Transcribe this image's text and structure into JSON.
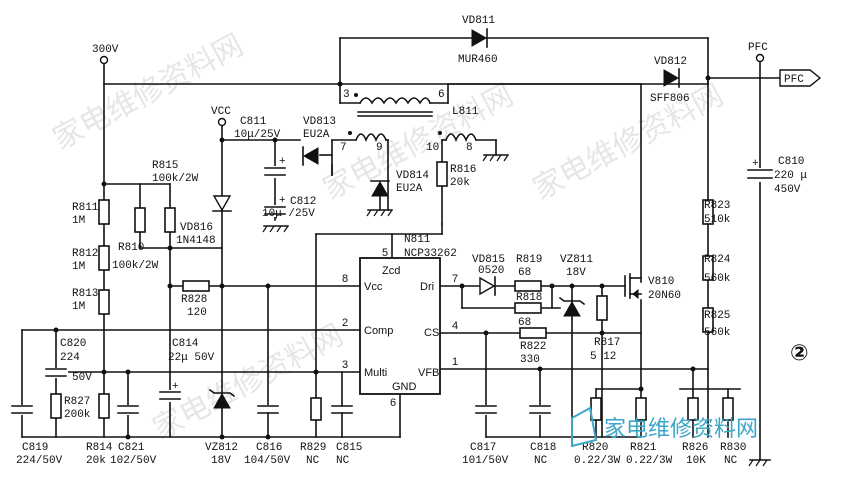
{
  "nodes": {
    "v300": "300V",
    "vcc": "VCC",
    "pfc": "PFC",
    "pfc_arrow": "PFC"
  },
  "parts": {
    "vd811": {
      "ref": "VD811",
      "val": "MUR460"
    },
    "vd812": {
      "ref": "VD812",
      "val": "SFF806"
    },
    "vd813": {
      "ref": "VD813",
      "val": "EU2A"
    },
    "vd814": {
      "ref": "VD814",
      "val": "EU2A"
    },
    "vd815": {
      "ref": "VD815",
      "val": "0520"
    },
    "vd816": {
      "ref": "VD816",
      "val": "1N4148"
    },
    "vz811": {
      "ref": "VZ811",
      "val": "18V"
    },
    "vz812": {
      "ref": "VZ812",
      "val": "18V"
    },
    "l811": {
      "ref": "L811"
    },
    "n811": {
      "ref": "N811",
      "val": "NCP33262"
    },
    "v810": {
      "ref": "V810",
      "val": "20N60"
    },
    "c810": {
      "ref": "C810",
      "val1": "220 μ",
      "val2": "450V"
    },
    "c811": {
      "ref": "C811",
      "val": "10μ/25V"
    },
    "c812": {
      "ref": "C812",
      "val": "10μ /25V"
    },
    "c814": {
      "ref": "C814",
      "val": "22μ 50V"
    },
    "c815": {
      "ref": "C815",
      "val": "NC"
    },
    "c816": {
      "ref": "C816",
      "val": "104/50V"
    },
    "c817": {
      "ref": "C817",
      "val": "101/50V"
    },
    "c818": {
      "ref": "C818",
      "val": "NC"
    },
    "c819": {
      "ref": "C819",
      "val": "224/50V"
    },
    "c820": {
      "ref": "C820",
      "val1": "224",
      "val2": "50V"
    },
    "c821": {
      "ref": "C821",
      "val": "102/50V"
    },
    "r810": {
      "ref": "R810",
      "val": "100k/2W"
    },
    "r811": {
      "ref": "R811",
      "val": "1M"
    },
    "r812": {
      "ref": "R812",
      "val": "1M"
    },
    "r813": {
      "ref": "R813",
      "val": "1M"
    },
    "r814": {
      "ref": "R814",
      "val": "20k"
    },
    "r815": {
      "ref": "R815",
      "val": "100k/2W"
    },
    "r816": {
      "ref": "R816",
      "val": "20k"
    },
    "r817": {
      "ref": "R817",
      "val": "5 12"
    },
    "r818": {
      "ref": "R818",
      "val": "68"
    },
    "r819": {
      "ref": "R819",
      "val": "68"
    },
    "r820": {
      "ref": "R820",
      "val": "0.22/3W"
    },
    "r821": {
      "ref": "R821",
      "val": "0.22/3W"
    },
    "r822": {
      "ref": "R822",
      "val": "330"
    },
    "r823": {
      "ref": "R823",
      "val": "510k"
    },
    "r824": {
      "ref": "R824",
      "val": "560k"
    },
    "r825": {
      "ref": "R825",
      "val": "560k"
    },
    "r826": {
      "ref": "R826",
      "val": "10K"
    },
    "r827": {
      "ref": "R827",
      "val": "200k"
    },
    "r828": {
      "ref": "R828",
      "val": "120"
    },
    "r829": {
      "ref": "R829",
      "val": "NC"
    },
    "r830": {
      "ref": "R830",
      "val": "NC"
    }
  },
  "ic_pins": {
    "zcd": "Zcd",
    "vcc": "Vcc",
    "comp": "Comp",
    "multi": "Multi",
    "gnd": "GND",
    "dri": "Dri",
    "cs": "CS",
    "vfb": "VFB",
    "n1": "1",
    "n2": "2",
    "n3": "3",
    "n4": "4",
    "n5": "5",
    "n6": "6",
    "n7": "7",
    "n8": "8"
  },
  "winding_pins": {
    "p3": "3",
    "p6": "6",
    "p7": "7",
    "p9": "9",
    "p10": "10",
    "p8": "8"
  },
  "polarity": "+",
  "figure_number": "②",
  "watermarks": {
    "wm1": "家电维修资料网",
    "wm2": "家电维修资料网",
    "wm3": "家电维修资料网",
    "wm4": "家电维修资料网",
    "brand": "家电维修资料网"
  }
}
